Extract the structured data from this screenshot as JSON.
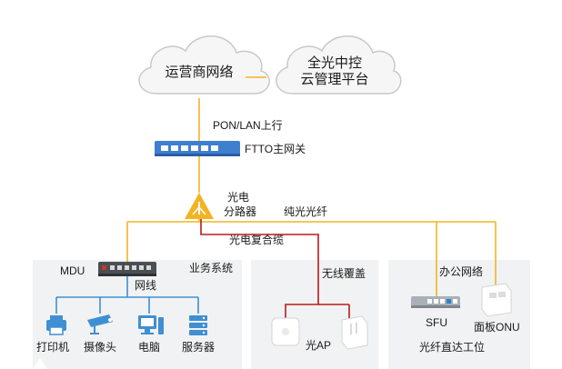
{
  "clouds": {
    "carrier": "运营商网络",
    "controller_line1": "全光中控",
    "controller_line2": "云管理平台"
  },
  "uplink_label": "PON/LAN上行",
  "gateway_label": "FTTO主网关",
  "splitter_label_line1": "光电",
  "splitter_label_line2": "分路器",
  "pure_fiber_label": "纯光光纤",
  "composite_cable_label": "光电复合缆",
  "zones": {
    "business": {
      "device_label": "MDU",
      "title": "业务系统",
      "cable_label": "网线",
      "endpoints": [
        "打印机",
        "摄像头",
        "电脑",
        "服务器"
      ]
    },
    "wireless": {
      "title": "无线覆盖",
      "ap_label": "光AP"
    },
    "office": {
      "title": "办公网络",
      "sfu_label": "SFU",
      "onu_label": "面板ONU",
      "footer": "光纤直达工位"
    }
  },
  "colors": {
    "fiber": "#f3b323",
    "composite": "#b81c1c",
    "ethernet": "#3f8fd4",
    "zone_bg": "#f1f2f3",
    "cloud_fill": "#f6f6f6",
    "cloud_stroke": "#c9c9c9",
    "gateway": "#3f7fcf"
  }
}
